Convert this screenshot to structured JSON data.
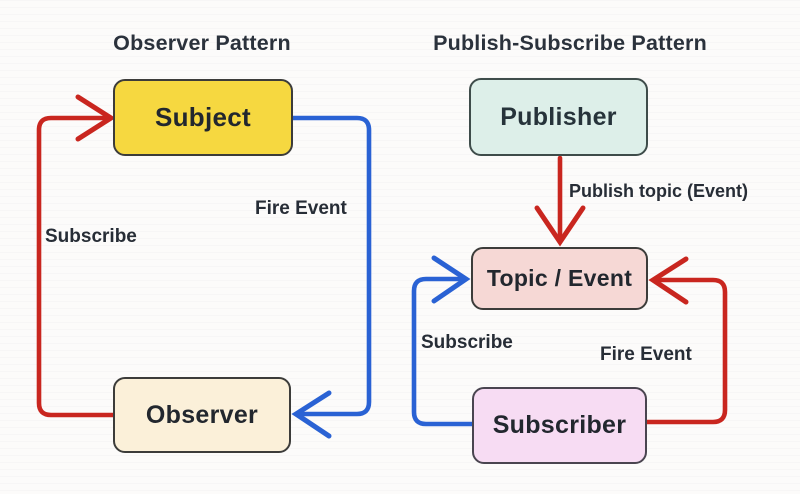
{
  "colors": {
    "red": "#c9261f",
    "blue": "#2a62d4",
    "ink": "#2b323c",
    "subject_fill": "#f6d840",
    "observer_fill": "#fbf0d9",
    "publisher_fill": "#ddefe9",
    "topic_fill": "#f6d8d5",
    "subscriber_fill": "#f7dcf3",
    "node_border": "#3c3c3a",
    "bg": "#fcfbfa"
  },
  "diagrams": {
    "observer": {
      "title": "Observer Pattern",
      "nodes": {
        "subject": {
          "label": "Subject",
          "fill": "#f6d840"
        },
        "observer": {
          "label": "Observer",
          "fill": "#fbf0d9"
        }
      },
      "edges": {
        "subscribe": {
          "label": "Subscribe",
          "from": "Observer",
          "to": "Subject",
          "color": "#c9261f"
        },
        "fire_event": {
          "label": "Fire Event",
          "from": "Subject",
          "to": "Observer",
          "color": "#2a62d4"
        }
      }
    },
    "pubsub": {
      "title": "Publish-Subscribe Pattern",
      "nodes": {
        "publisher": {
          "label": "Publisher",
          "fill": "#ddefe9"
        },
        "topic": {
          "label": "Topic / Event",
          "fill": "#f6d8d5"
        },
        "subscriber": {
          "label": "Subscriber",
          "fill": "#f7dcf3"
        }
      },
      "edges": {
        "publish": {
          "label": "Publish topic (Event)",
          "from": "Publisher",
          "to": "Topic / Event",
          "color": "#c9261f"
        },
        "subscribe": {
          "label": "Subscribe",
          "from": "Subscriber",
          "to": "Topic / Event",
          "color": "#2a62d4"
        },
        "fire_event": {
          "label": "Fire Event",
          "from": "Topic / Event",
          "to": "Subscriber",
          "color": "#c9261f"
        }
      }
    }
  }
}
